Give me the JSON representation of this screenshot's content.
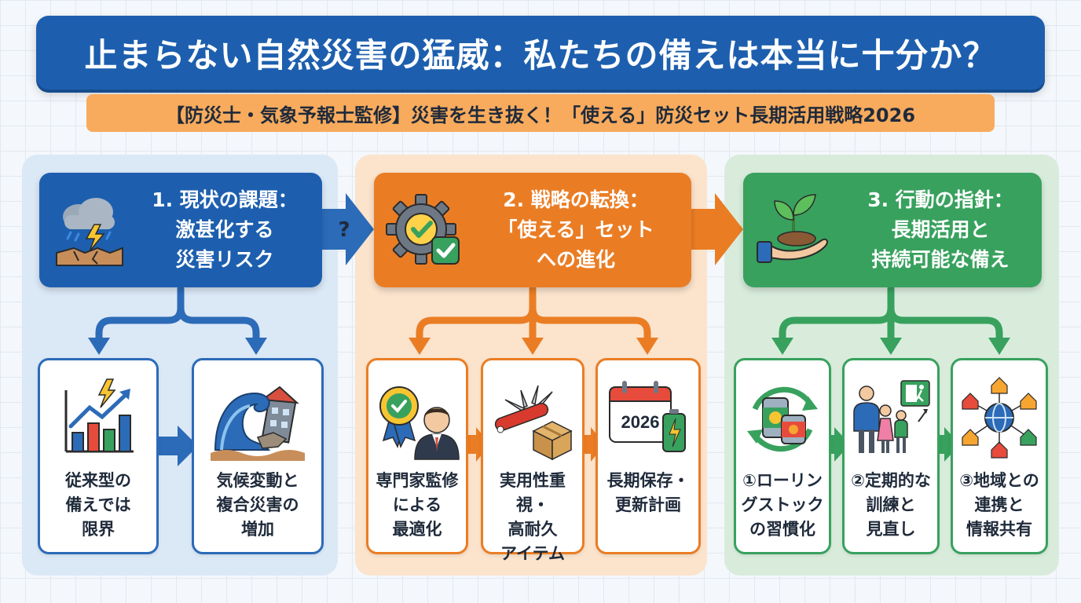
{
  "title": "止まらない自然災害の猛威：私たちの備えは本当に十分か？",
  "subtitle": "【防災士・気象予報士監修】災害を生き抜く！「使える」防災セット長期活用戦略2026",
  "colors": {
    "blue": "#1d5fae",
    "orange": "#ea7d24",
    "green": "#38a15e",
    "subtitle_bg": "#f8ab5d"
  },
  "connector_mark": "?",
  "sections": [
    {
      "heading": [
        "1. 現状の課題：",
        "激甚化する",
        "災害リスク"
      ],
      "icon": "storm-earthquake-icon",
      "cards": [
        {
          "icon": "rising-bar-chart-lightning-icon",
          "lines": [
            "従来型の",
            "備えでは",
            "限界"
          ]
        },
        {
          "icon": "tsunami-wave-building-icon",
          "lines": [
            "気候変動と",
            "複合災害の",
            "増加"
          ]
        }
      ]
    },
    {
      "heading": [
        "2. 戦略の転換：",
        "「使える」セット",
        "への進化"
      ],
      "icon": "gear-checkmark-icon",
      "cards": [
        {
          "icon": "expert-badge-icon",
          "lines": [
            "専門家監修",
            "による",
            "最適化"
          ]
        },
        {
          "icon": "multitool-box-icon",
          "lines": [
            "実用性重視・",
            "高耐久",
            "アイテム"
          ]
        },
        {
          "icon": "calendar-battery-icon",
          "calendar_text": "2026",
          "lines": [
            "長期保存・",
            "更新計画"
          ]
        }
      ]
    },
    {
      "heading": [
        "3. 行動の指針：",
        "長期活用と",
        "持続可能な備え"
      ],
      "icon": "sprout-hand-icon",
      "cards": [
        {
          "icon": "rolling-stock-cans-icon",
          "lines": [
            "①ローリン",
            "グストック",
            "の習慣化"
          ]
        },
        {
          "icon": "family-exit-icon",
          "lines": [
            "②定期的な",
            "訓練と",
            "見直し"
          ]
        },
        {
          "icon": "community-network-icon",
          "lines": [
            "③地域との",
            "連携と",
            "情報共有"
          ]
        }
      ]
    }
  ]
}
